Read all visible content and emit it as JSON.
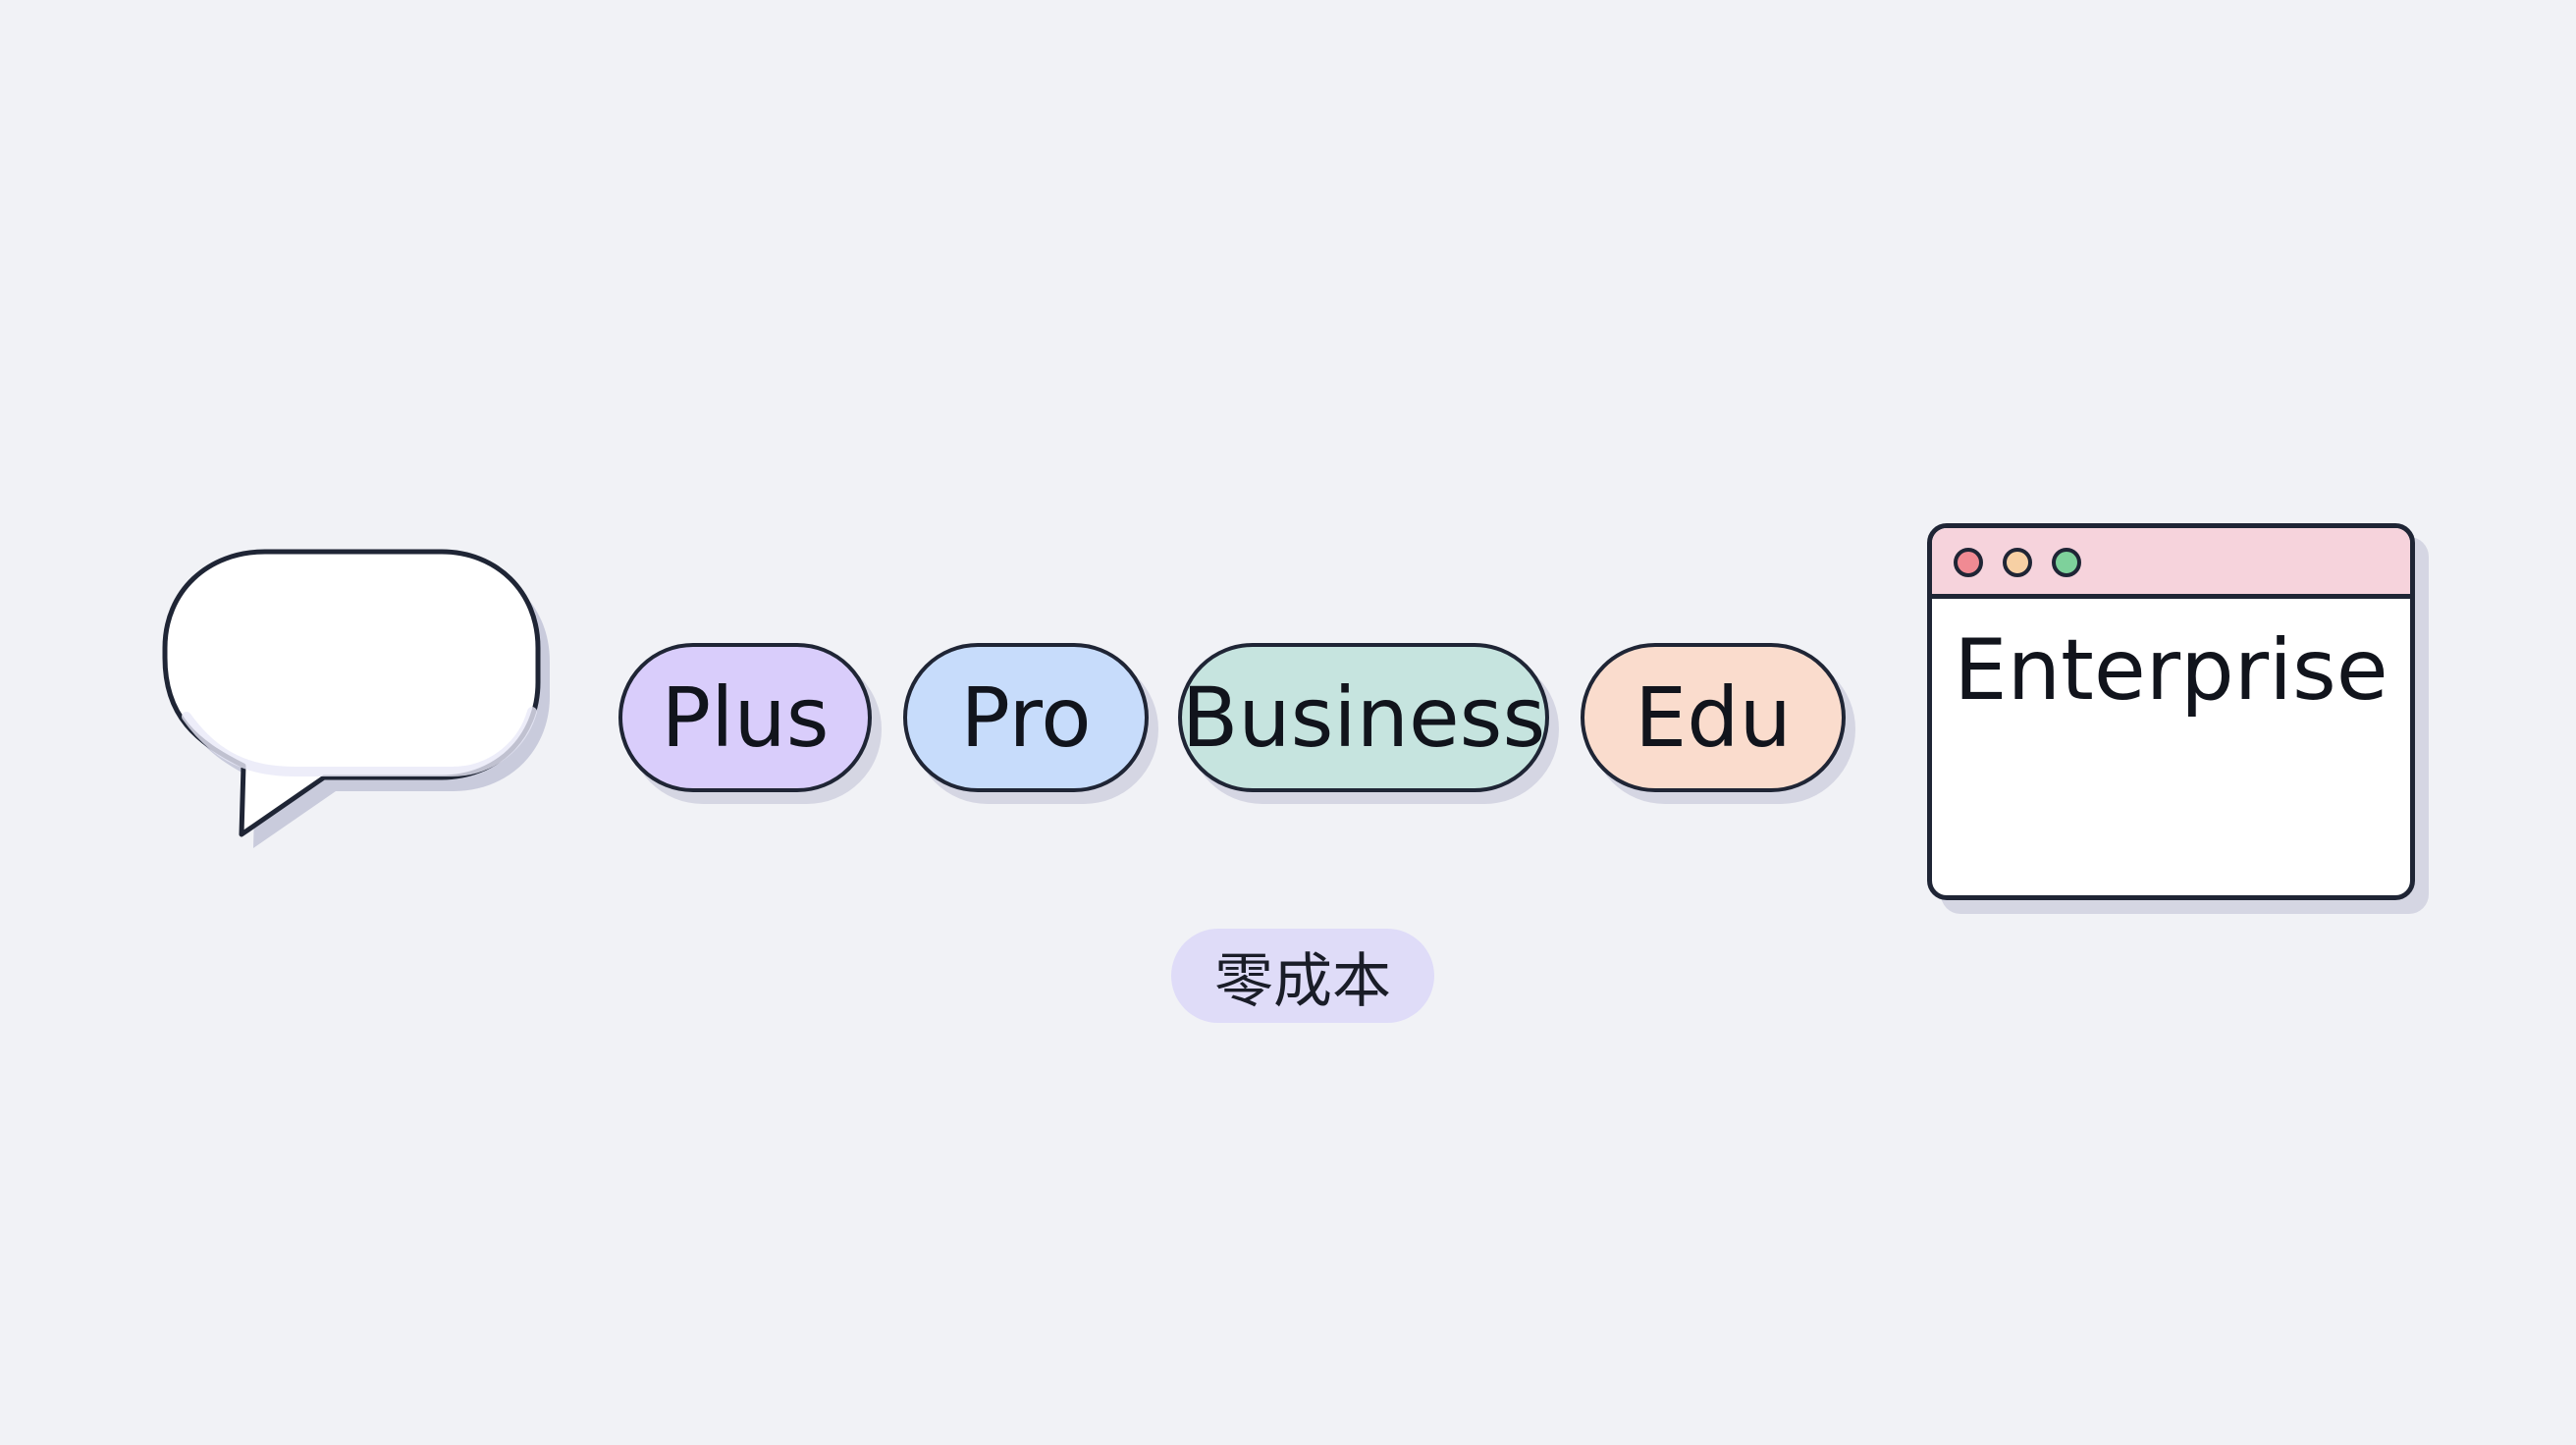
{
  "pills": {
    "plus": "Plus",
    "pro": "Pro",
    "business": "Business",
    "edu": "Edu"
  },
  "window": {
    "title": "Enterprise",
    "controls": [
      "close-dot",
      "minimize-dot",
      "maximize-dot"
    ]
  },
  "tag": {
    "label": "零成本"
  },
  "colors": {
    "background": "#f1f2f6",
    "outline": "#1f2535",
    "plus": "#d9cdfb",
    "pro": "#c7dcfb",
    "business": "#c6e4df",
    "edu": "#fadccd",
    "window_bar": "#f6d3dc",
    "tag": "#dfdcf8"
  },
  "icons": {
    "speech_bubble": "speech-bubble-icon"
  }
}
